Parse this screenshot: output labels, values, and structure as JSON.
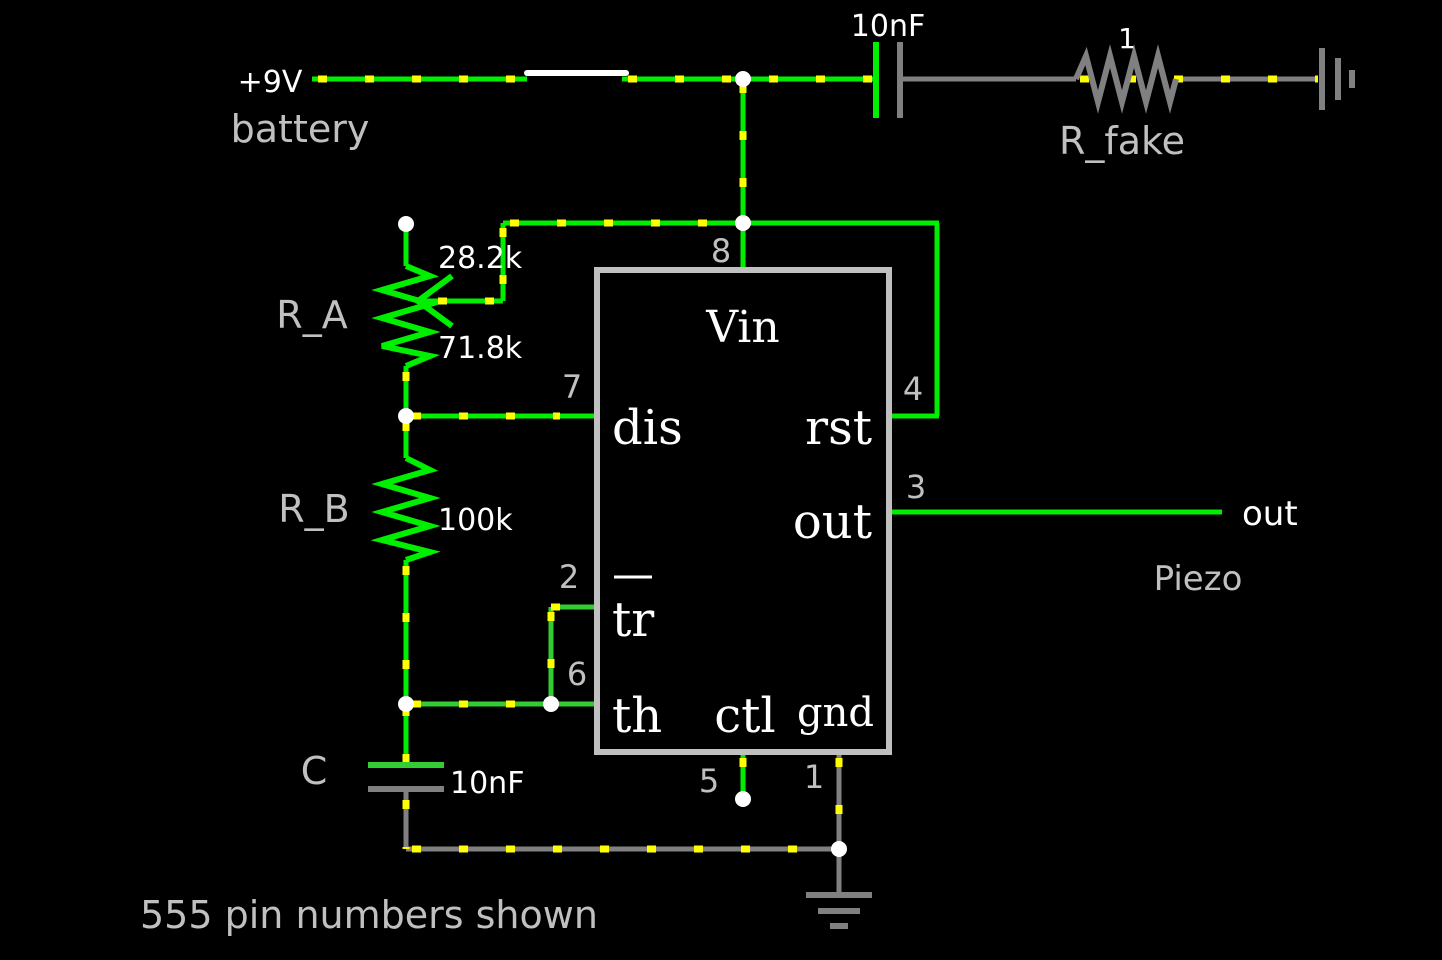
{
  "battery": {
    "voltage": "+9V",
    "name": "battery"
  },
  "switch_label": "",
  "cap_top": {
    "value": "10nF"
  },
  "r_fake": {
    "value": "1",
    "name": "R_fake"
  },
  "r_a": {
    "name": "R_A",
    "top_value": "28.2k",
    "bottom_value": "71.8k"
  },
  "r_b": {
    "name": "R_B",
    "value": "100k"
  },
  "cap_c": {
    "name": "C",
    "value": "10nF"
  },
  "chip": {
    "vin": "Vin",
    "dis": "dis",
    "rst": "rst",
    "out": "out",
    "tr": "tr",
    "th": "th",
    "ctl": "ctl",
    "gnd": "gnd"
  },
  "pins": {
    "p8": "8",
    "p7": "7",
    "p4": "4",
    "p3": "3",
    "p2": "2",
    "p6": "6",
    "p5": "5",
    "p1": "1"
  },
  "output": {
    "label": "out",
    "name": "Piezo"
  },
  "footer_note": "555 pin numbers shown",
  "colors": {
    "wire": "#00ee00",
    "ground_wire": "#808080",
    "current": "#ffff00",
    "chip_outline": "#c0c0c0"
  }
}
